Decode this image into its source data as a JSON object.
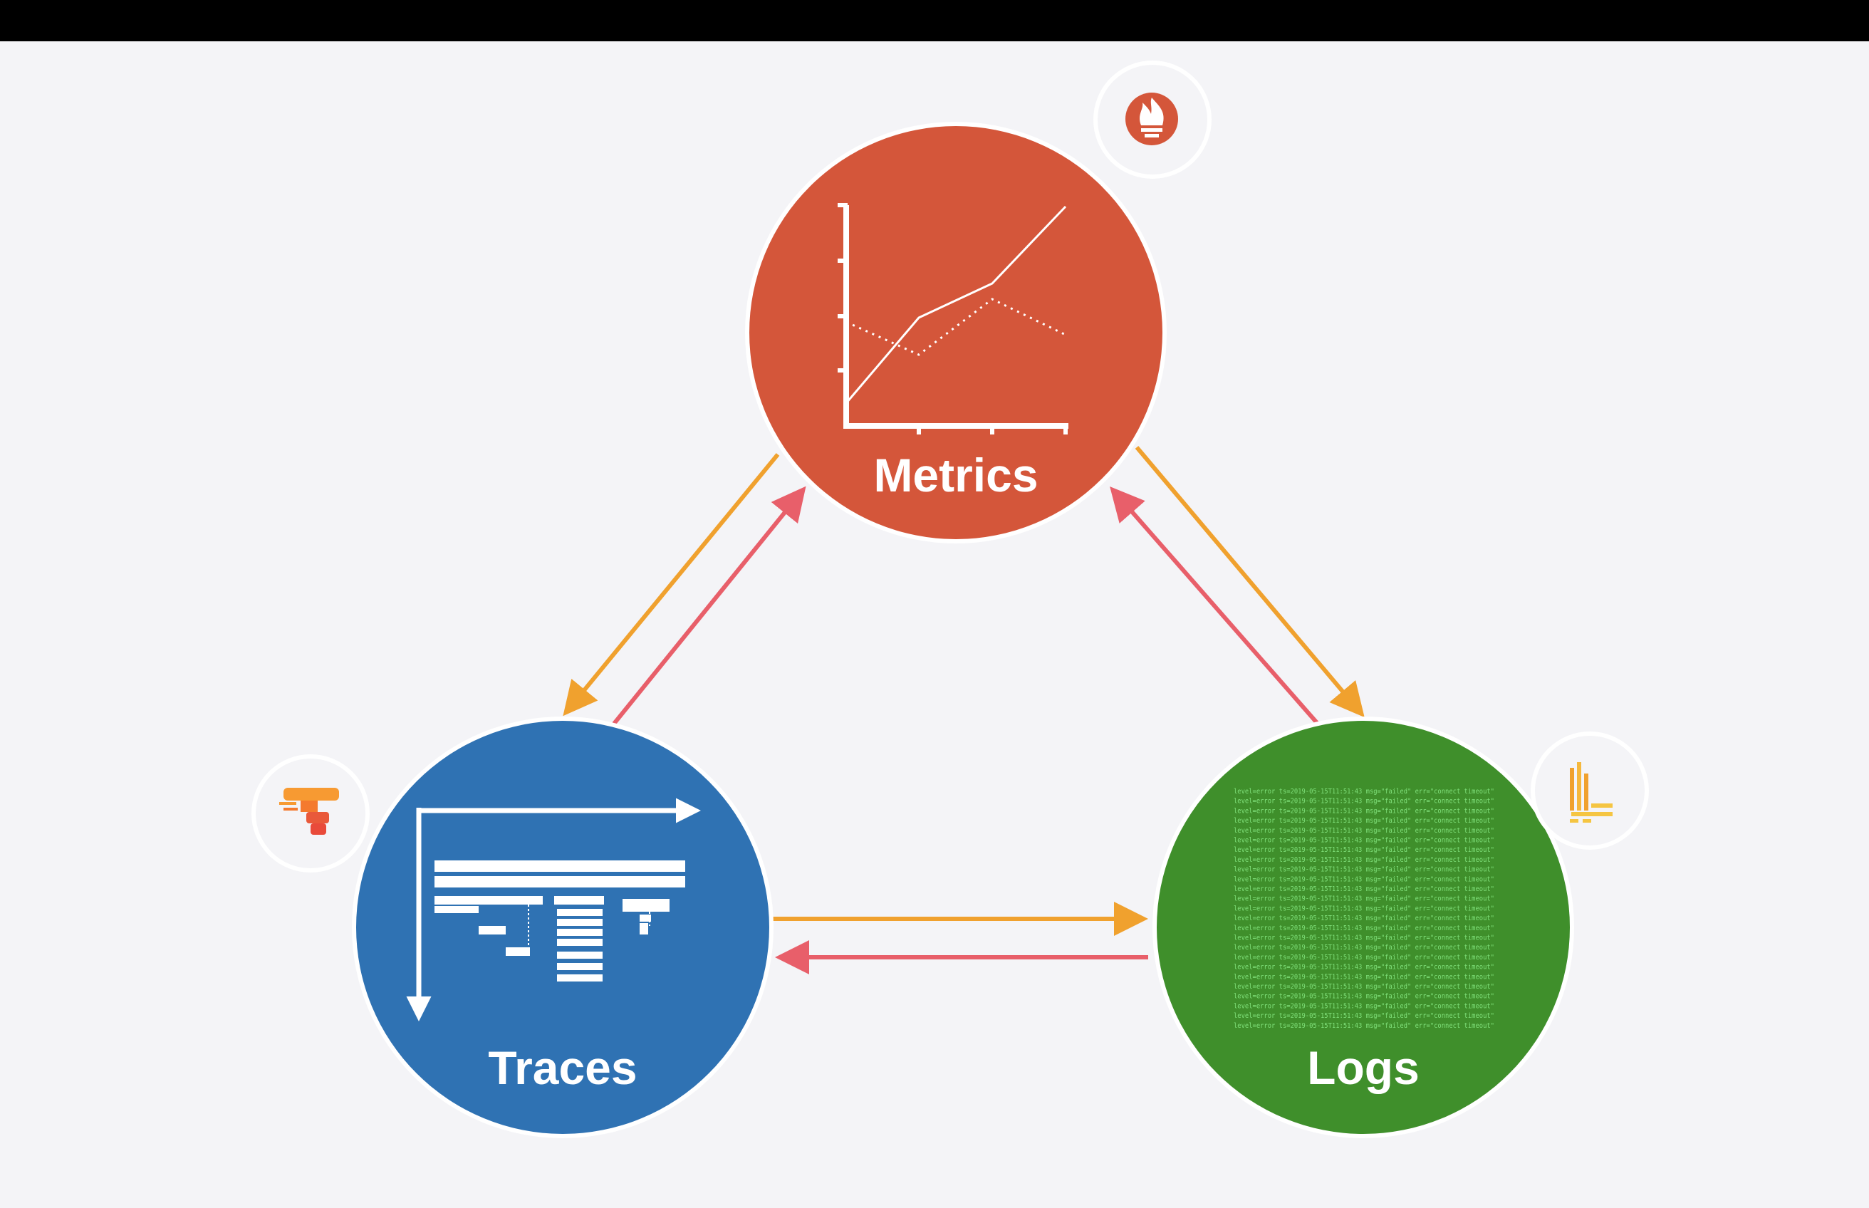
{
  "diagram": {
    "nodes": {
      "metrics": {
        "label": "Metrics",
        "color": "#d4563a",
        "icon": "prometheus-flame-icon"
      },
      "traces": {
        "label": "Traces",
        "color": "#2f72b3",
        "icon": "tempo-icon"
      },
      "logs": {
        "label": "Logs",
        "color": "#3f8f2b",
        "icon": "loki-icon"
      }
    },
    "edges": [
      {
        "from": "metrics",
        "to": "traces",
        "color": "#f0a12e"
      },
      {
        "from": "traces",
        "to": "metrics",
        "color": "#e85f6a"
      },
      {
        "from": "metrics",
        "to": "logs",
        "color": "#f0a12e"
      },
      {
        "from": "logs",
        "to": "metrics",
        "color": "#e85f6a"
      },
      {
        "from": "traces",
        "to": "logs",
        "color": "#f0a12e"
      },
      {
        "from": "logs",
        "to": "traces",
        "color": "#e85f6a"
      }
    ],
    "log_line": "level=error ts=2019-05-15T11:51:43 msg=\"failed\" err=\"connect timeout\"",
    "log_line_count": 25
  }
}
